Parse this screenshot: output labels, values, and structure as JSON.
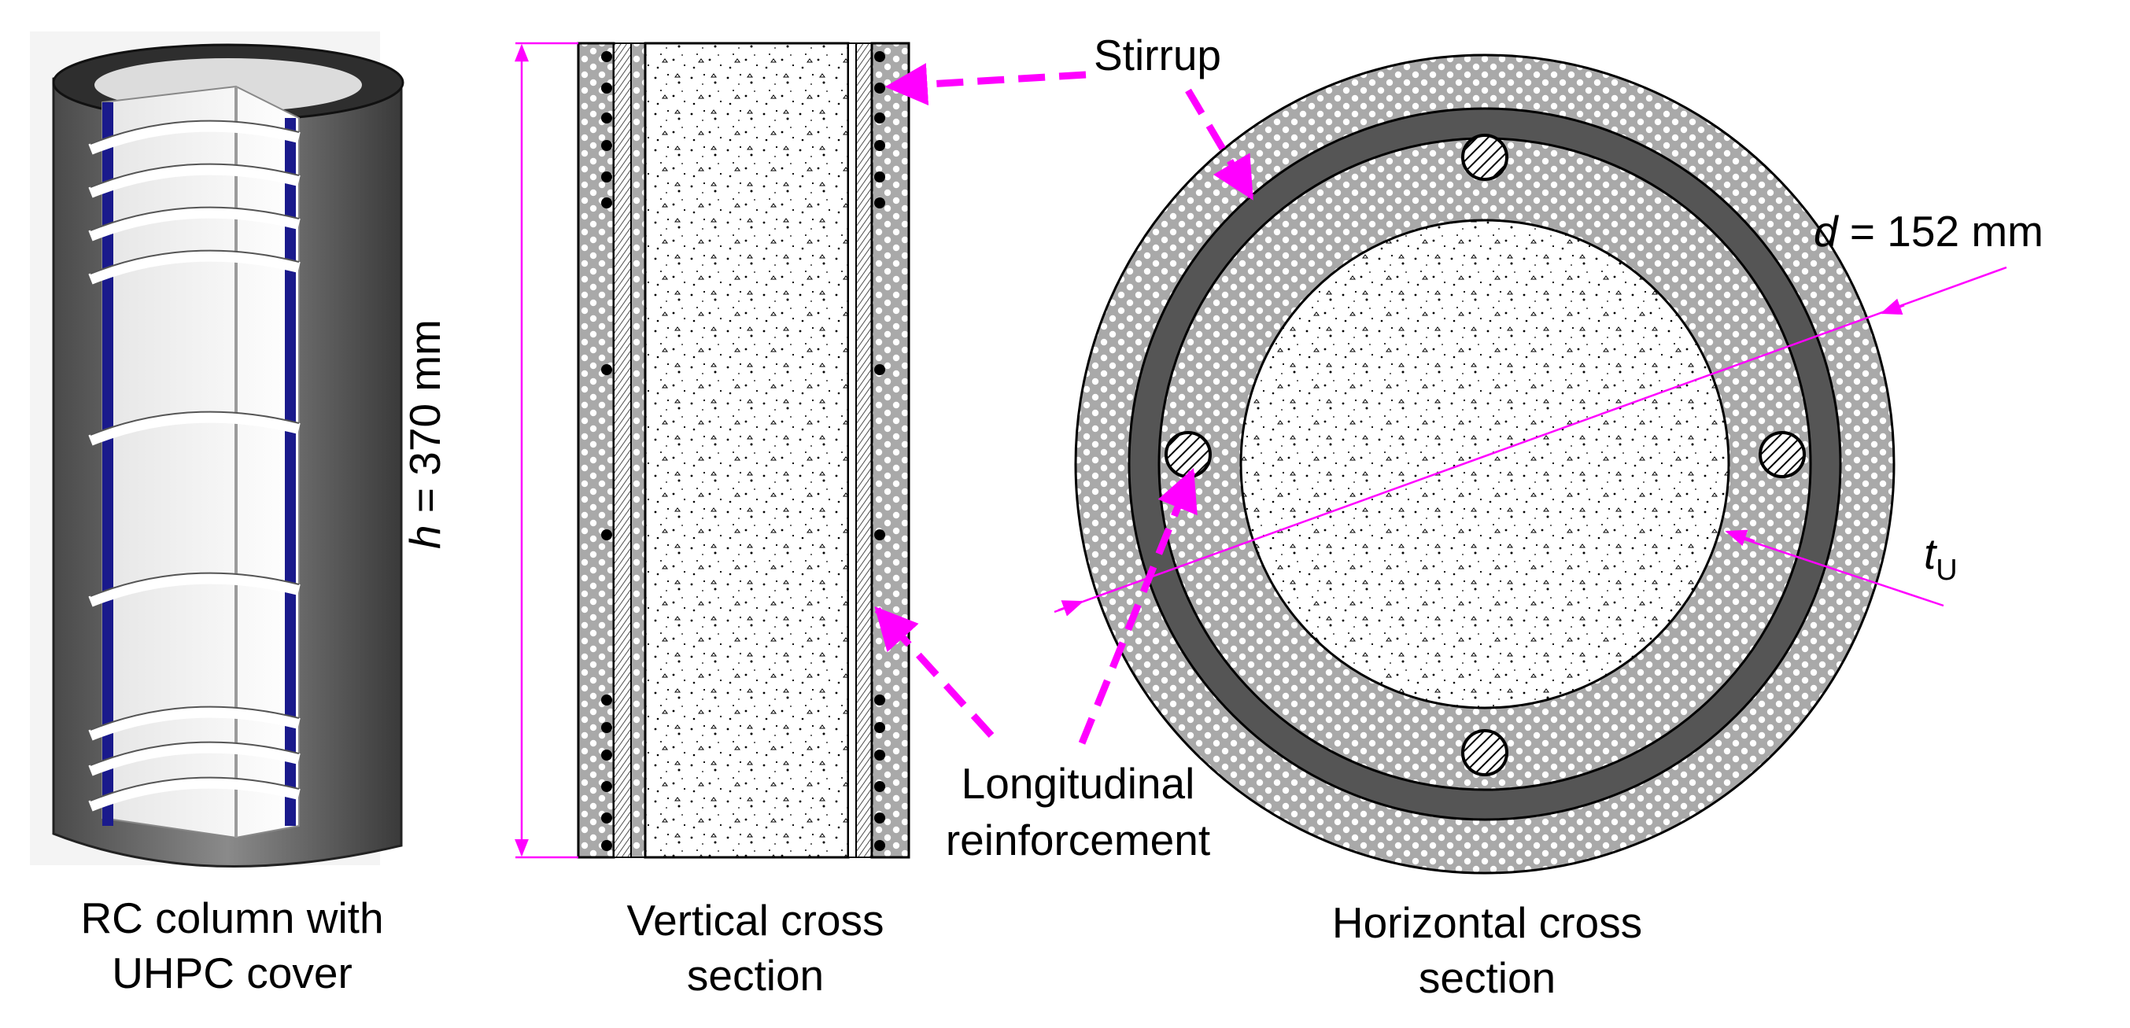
{
  "captions": {
    "column_line1": "RC column with",
    "column_line2": "UHPC cover",
    "vertical_line1": "Vertical cross",
    "vertical_line2": "section",
    "horizontal_line1": "Horizontal cross",
    "horizontal_line2": "section"
  },
  "labels": {
    "stirrup": "Stirrup",
    "longitudinal_line1": "Longitudinal",
    "longitudinal_line2": "reinforcement"
  },
  "dimensions": {
    "height_symbol": "h",
    "height_value": " = 370 mm",
    "diameter_symbol": "d",
    "diameter_value": " = 152 mm",
    "thickness_symbol": "t",
    "thickness_subscript": "U"
  },
  "colors": {
    "annotation": "#ff00ff",
    "uhpc_cover": "#a8a8a8",
    "concrete_core": "#f2f2f2",
    "stirrup_ring": "#505050",
    "longitudinal_bar_3d": "#1a1a8c"
  }
}
